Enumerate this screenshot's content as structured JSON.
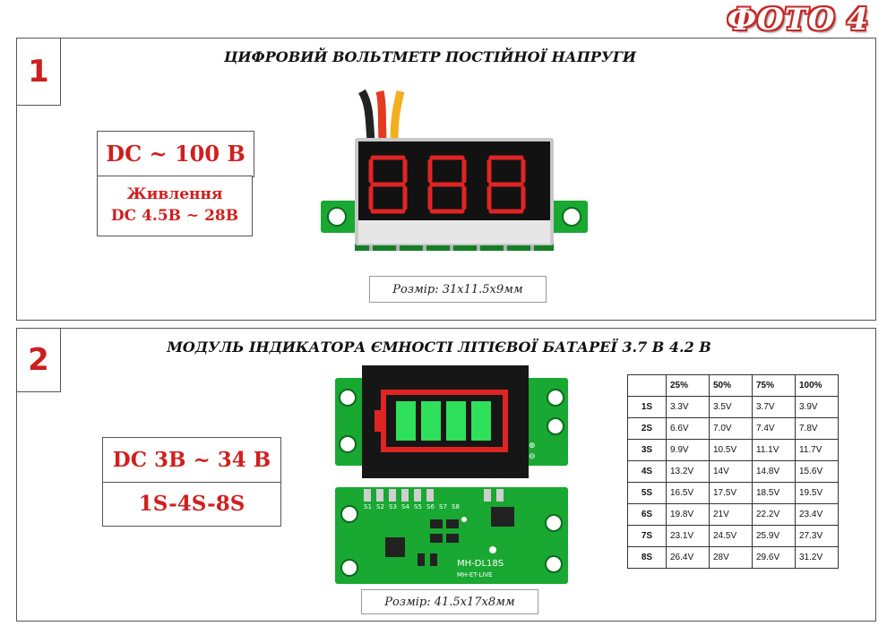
{
  "page_label": "ФОТО 4",
  "section1": {
    "number": "1",
    "title": "ЦИФРОВИЙ ВОЛЬТМЕТР ПОСТІЙНОЇ НАПРУГИ",
    "range": "DC ~ 100 В",
    "power_label": "Живлення",
    "power_range": "DC 4.5В ~ 28В",
    "size": "Розмір: 31х11.5х9мм",
    "display": "888"
  },
  "section2": {
    "number": "2",
    "title": "МОДУЛЬ ІНДИКАТОРА ЄМНОСТІ ЛІТІЄВОЇ БАТАРЕЇ 3.7 В 4.2 В",
    "range": "DC 3В ~ 34 В",
    "cells": "1S-4S-8S",
    "size": "Розмір: 41.5х17х8мм",
    "board_model": "MH-DL18S",
    "board_maker": "MH-ET-LIVE",
    "board_pads": [
      "S1",
      "S2",
      "S3",
      "S4",
      "S5",
      "S6",
      "S7",
      "S8"
    ],
    "table": {
      "headers": [
        "",
        "25%",
        "50%",
        "75%",
        "100%"
      ],
      "rows": [
        [
          "1S",
          "3.3V",
          "3.5V",
          "3.7V",
          "3.9V"
        ],
        [
          "2S",
          "6.6V",
          "7.0V",
          "7.4V",
          "7.8V"
        ],
        [
          "3S",
          "9.9V",
          "10.5V",
          "11.1V",
          "11.7V"
        ],
        [
          "4S",
          "13.2V",
          "14V",
          "14.8V",
          "15.6V"
        ],
        [
          "5S",
          "16.5V",
          "17.5V",
          "18.5V",
          "19.5V"
        ],
        [
          "6S",
          "19.8V",
          "21V",
          "22.2V",
          "23.4V"
        ],
        [
          "7S",
          "23.1V",
          "24.5V",
          "25.9V",
          "27.3V"
        ],
        [
          "8S",
          "26.4V",
          "28V",
          "29.6V",
          "31.2V"
        ]
      ]
    }
  },
  "colors": {
    "accent_red": "#cc1f1f",
    "board_green": "#19a832",
    "led_red": "#e02424",
    "battery_green": "#2fe05a"
  }
}
